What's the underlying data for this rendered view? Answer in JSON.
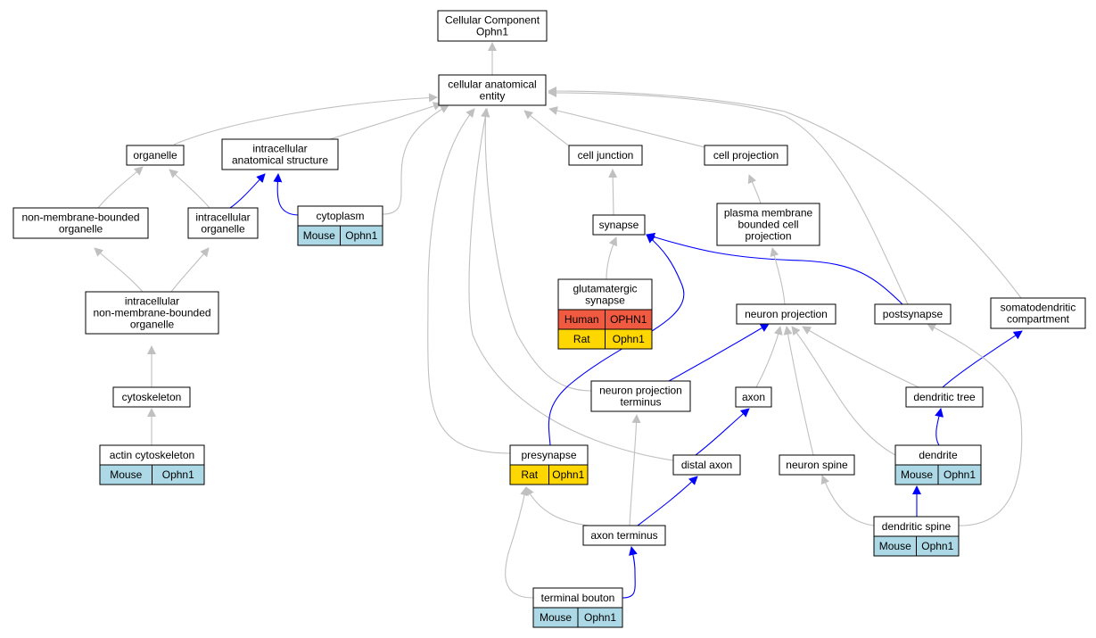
{
  "colors": {
    "edge_isa": "#c0c0c0",
    "edge_partof": "#0000ff",
    "mouse": "#add8e6",
    "rat": "#ffd700",
    "human": "#f05a40",
    "node_fill": "#ffffff",
    "node_stroke": "#000000"
  },
  "nodes": [
    {
      "id": "root",
      "label": [
        "Cellular Component",
        "Ophn1"
      ]
    },
    {
      "id": "cae",
      "label": [
        "cellular anatomical",
        "entity"
      ]
    },
    {
      "id": "organelle",
      "label": [
        "organelle"
      ]
    },
    {
      "id": "ias",
      "label": [
        "intracellular",
        "anatomical structure"
      ]
    },
    {
      "id": "celljunction",
      "label": [
        "cell junction"
      ]
    },
    {
      "id": "cellprojection",
      "label": [
        "cell projection"
      ]
    },
    {
      "id": "nmbo",
      "label": [
        "non-membrane-bounded",
        "organelle"
      ]
    },
    {
      "id": "io",
      "label": [
        "intracellular",
        "organelle"
      ]
    },
    {
      "id": "cytoplasm",
      "label": [
        "cytoplasm"
      ],
      "annotations": [
        {
          "species": "Mouse",
          "gene": "Ophn1",
          "color": "mouse"
        }
      ]
    },
    {
      "id": "synapse",
      "label": [
        "synapse"
      ]
    },
    {
      "id": "pmbcp",
      "label": [
        "plasma membrane",
        "bounded cell",
        "projection"
      ]
    },
    {
      "id": "glut",
      "label": [
        "glutamatergic",
        "synapse"
      ],
      "annotations": [
        {
          "species": "Human",
          "gene": "OPHN1",
          "color": "human"
        },
        {
          "species": "Rat",
          "gene": "Ophn1",
          "color": "rat"
        }
      ]
    },
    {
      "id": "inmbo",
      "label": [
        "intracellular",
        "non-membrane-bounded",
        "organelle"
      ]
    },
    {
      "id": "neuronprojection",
      "label": [
        "neuron projection"
      ]
    },
    {
      "id": "postsynapse",
      "label": [
        "postsynapse"
      ]
    },
    {
      "id": "somato",
      "label": [
        "somatodendritic",
        "compartment"
      ]
    },
    {
      "id": "cytoskeleton",
      "label": [
        "cytoskeleton"
      ]
    },
    {
      "id": "npterminus",
      "label": [
        "neuron projection",
        "terminus"
      ]
    },
    {
      "id": "axon",
      "label": [
        "axon"
      ]
    },
    {
      "id": "dendritictree",
      "label": [
        "dendritic tree"
      ]
    },
    {
      "id": "actin",
      "label": [
        "actin cytoskeleton"
      ],
      "annotations": [
        {
          "species": "Mouse",
          "gene": "Ophn1",
          "color": "mouse"
        }
      ]
    },
    {
      "id": "presynapse",
      "label": [
        "presynapse"
      ],
      "annotations": [
        {
          "species": "Rat",
          "gene": "Ophn1",
          "color": "rat"
        }
      ]
    },
    {
      "id": "distalaxon",
      "label": [
        "distal axon"
      ]
    },
    {
      "id": "neuronspine",
      "label": [
        "neuron spine"
      ]
    },
    {
      "id": "dendrite",
      "label": [
        "dendrite"
      ],
      "annotations": [
        {
          "species": "Mouse",
          "gene": "Ophn1",
          "color": "mouse"
        }
      ]
    },
    {
      "id": "axonterminus",
      "label": [
        "axon terminus"
      ]
    },
    {
      "id": "dendriticspine",
      "label": [
        "dendritic spine"
      ],
      "annotations": [
        {
          "species": "Mouse",
          "gene": "Ophn1",
          "color": "mouse"
        }
      ]
    },
    {
      "id": "terminalbouton",
      "label": [
        "terminal bouton"
      ],
      "annotations": [
        {
          "species": "Mouse",
          "gene": "Ophn1",
          "color": "mouse"
        }
      ]
    }
  ],
  "edges": [
    {
      "from": "cae",
      "to": "root",
      "type": "isa"
    },
    {
      "from": "organelle",
      "to": "cae",
      "type": "isa"
    },
    {
      "from": "ias",
      "to": "cae",
      "type": "isa"
    },
    {
      "from": "cytoplasm",
      "to": "cae",
      "type": "isa"
    },
    {
      "from": "presynapse",
      "to": "cae",
      "type": "isa"
    },
    {
      "from": "npterminus",
      "to": "cae",
      "type": "isa"
    },
    {
      "from": "distalaxon",
      "to": "cae",
      "type": "isa"
    },
    {
      "from": "celljunction",
      "to": "cae",
      "type": "isa"
    },
    {
      "from": "cellprojection",
      "to": "cae",
      "type": "isa"
    },
    {
      "from": "postsynapse",
      "to": "cae",
      "type": "isa"
    },
    {
      "from": "somato",
      "to": "cae",
      "type": "isa"
    },
    {
      "from": "nmbo",
      "to": "organelle",
      "type": "isa"
    },
    {
      "from": "io",
      "to": "organelle",
      "type": "isa"
    },
    {
      "from": "io",
      "to": "ias",
      "type": "partof"
    },
    {
      "from": "cytoplasm",
      "to": "ias",
      "type": "partof"
    },
    {
      "from": "inmbo",
      "to": "nmbo",
      "type": "isa"
    },
    {
      "from": "inmbo",
      "to": "io",
      "type": "isa"
    },
    {
      "from": "cytoskeleton",
      "to": "inmbo",
      "type": "isa"
    },
    {
      "from": "actin",
      "to": "cytoskeleton",
      "type": "isa"
    },
    {
      "from": "synapse",
      "to": "celljunction",
      "type": "isa"
    },
    {
      "from": "glut",
      "to": "synapse",
      "type": "isa"
    },
    {
      "from": "presynapse",
      "to": "synapse",
      "type": "partof"
    },
    {
      "from": "postsynapse",
      "to": "synapse",
      "type": "partof"
    },
    {
      "from": "pmbcp",
      "to": "cellprojection",
      "type": "isa"
    },
    {
      "from": "neuronprojection",
      "to": "pmbcp",
      "type": "isa"
    },
    {
      "from": "npterminus",
      "to": "neuronprojection",
      "type": "partof"
    },
    {
      "from": "axon",
      "to": "neuronprojection",
      "type": "isa"
    },
    {
      "from": "neuronspine",
      "to": "neuronprojection",
      "type": "isa"
    },
    {
      "from": "dendrite",
      "to": "neuronprojection",
      "type": "isa"
    },
    {
      "from": "dendritictree",
      "to": "neuronprojection",
      "type": "isa"
    },
    {
      "from": "dendritictree",
      "to": "somato",
      "type": "partof"
    },
    {
      "from": "dendrite",
      "to": "dendritictree",
      "type": "partof"
    },
    {
      "from": "dendriticspine",
      "to": "dendrite",
      "type": "partof"
    },
    {
      "from": "dendriticspine",
      "to": "neuronspine",
      "type": "isa"
    },
    {
      "from": "dendriticspine",
      "to": "postsynapse",
      "type": "isa"
    },
    {
      "from": "distalaxon",
      "to": "axon",
      "type": "partof"
    },
    {
      "from": "axonterminus",
      "to": "distalaxon",
      "type": "partof"
    },
    {
      "from": "axonterminus",
      "to": "npterminus",
      "type": "isa"
    },
    {
      "from": "axonterminus",
      "to": "presynapse",
      "type": "isa"
    },
    {
      "from": "terminalbouton",
      "to": "axonterminus",
      "type": "partof"
    },
    {
      "from": "terminalbouton",
      "to": "presynapse",
      "type": "isa"
    }
  ]
}
